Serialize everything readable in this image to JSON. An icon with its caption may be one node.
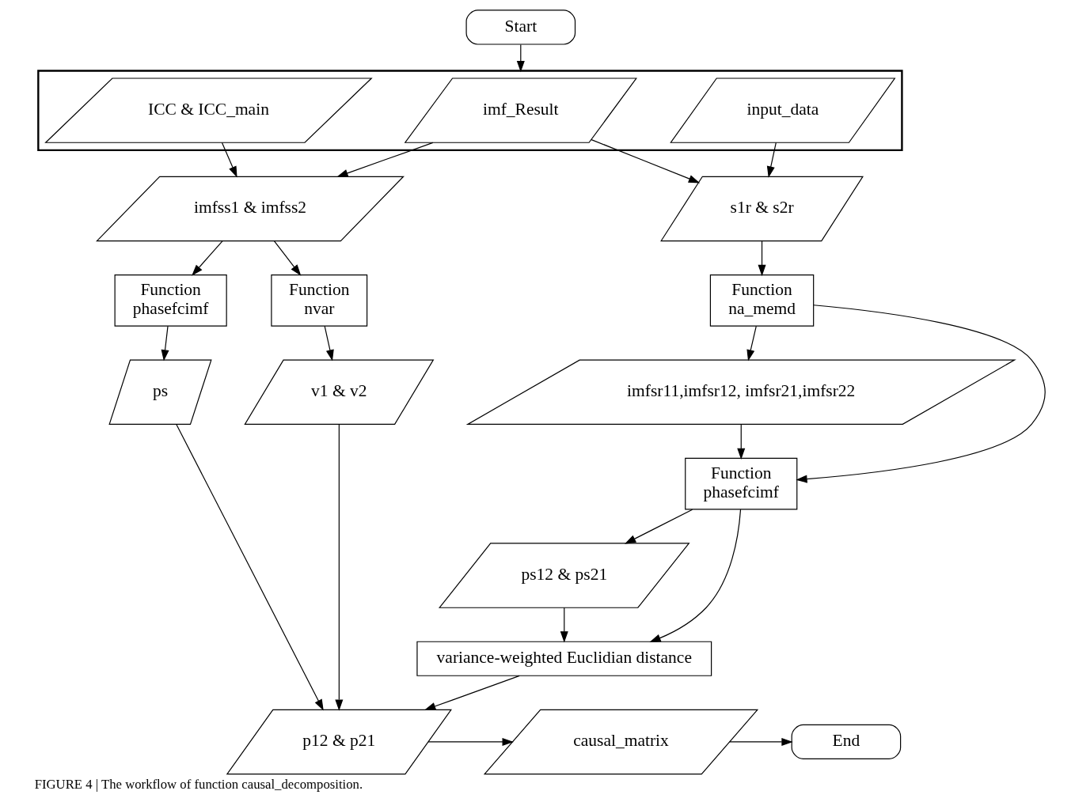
{
  "diagram": {
    "caption": "FIGURE 4 | The workflow of function causal_decomposition.",
    "nodes": [
      {
        "text": [
          "Start"
        ]
      },
      {
        "text": [],
        "shape": "parallelogram"
      },
      {
        "text": [
          "ICC & ICC_main"
        ],
        "in": 1
      },
      {
        "text": [
          "imf_Result"
        ],
        "in": 1
      },
      {
        "text": [
          "input_data"
        ],
        "in": 1
      },
      {
        "text": [
          "imfss1 & imfss2"
        ]
      },
      {
        "text": [
          "s1r & s2r"
        ]
      },
      {
        "text": [
          "Function",
          "phasefcimf"
        ]
      },
      {
        "text": [
          "Function",
          "nvar"
        ]
      },
      {
        "text": [
          "ps"
        ]
      },
      {
        "text": [
          "v1 & v2"
        ]
      },
      {
        "text": [
          "Function",
          "na_memd"
        ]
      },
      {
        "text": [
          "imfsr11,imfsr12, imfsr21,imfsr22"
        ]
      },
      {
        "text": [
          "Function",
          "phasefcimf"
        ]
      },
      {
        "text": [
          "ps12 & ps21"
        ]
      },
      {
        "text": [
          "variance-weighted Euclidian distance"
        ]
      },
      {
        "text": [
          "p12 & p21"
        ]
      },
      {
        "text": [
          "causal_matrix"
        ]
      },
      {
        "text": [
          "End"
        ]
      }
    ],
    "edges": [
      {
        "from": 0,
        "to": 1,
        "arrow": "to"
      },
      {
        "from": 2,
        "to": 5,
        "arrow": "to"
      },
      {
        "from": 3,
        "to": 5,
        "arrow": "to"
      },
      {
        "from": 3,
        "to": 6,
        "arrow": "to"
      },
      {
        "from": 4,
        "to": 6,
        "arrow": "to"
      },
      {
        "from": 5,
        "to": 7,
        "arrow": "to"
      },
      {
        "from": 5,
        "to": 8,
        "arrow": "to"
      },
      {
        "from": 7,
        "to": 9,
        "arrow": "to"
      },
      {
        "from": 8,
        "to": 10,
        "arrow": "to"
      },
      {
        "from": 6,
        "to": 11,
        "arrow": "to"
      },
      {
        "from": 11,
        "to": 12,
        "arrow": "to"
      },
      {
        "from": 11,
        "to": 13,
        "arrow": "to"
      },
      {
        "from": 12,
        "to": 13,
        "arrow": "to"
      },
      {
        "from": 13,
        "to": 14,
        "arrow": "to"
      },
      {
        "from": 13,
        "to": 15,
        "arrow": "to"
      },
      {
        "from": 14,
        "to": 15,
        "arrow": "to"
      },
      {
        "from": 9,
        "to": 16,
        "arrow": "to"
      },
      {
        "from": 10,
        "to": 16,
        "arrow": "to"
      },
      {
        "from": 15,
        "to": 16,
        "arrow": "to"
      },
      {
        "from": 16,
        "to": 17,
        "arrow": "to"
      },
      {
        "from": 17,
        "to": 18,
        "arrow": "to"
      }
    ]
  }
}
